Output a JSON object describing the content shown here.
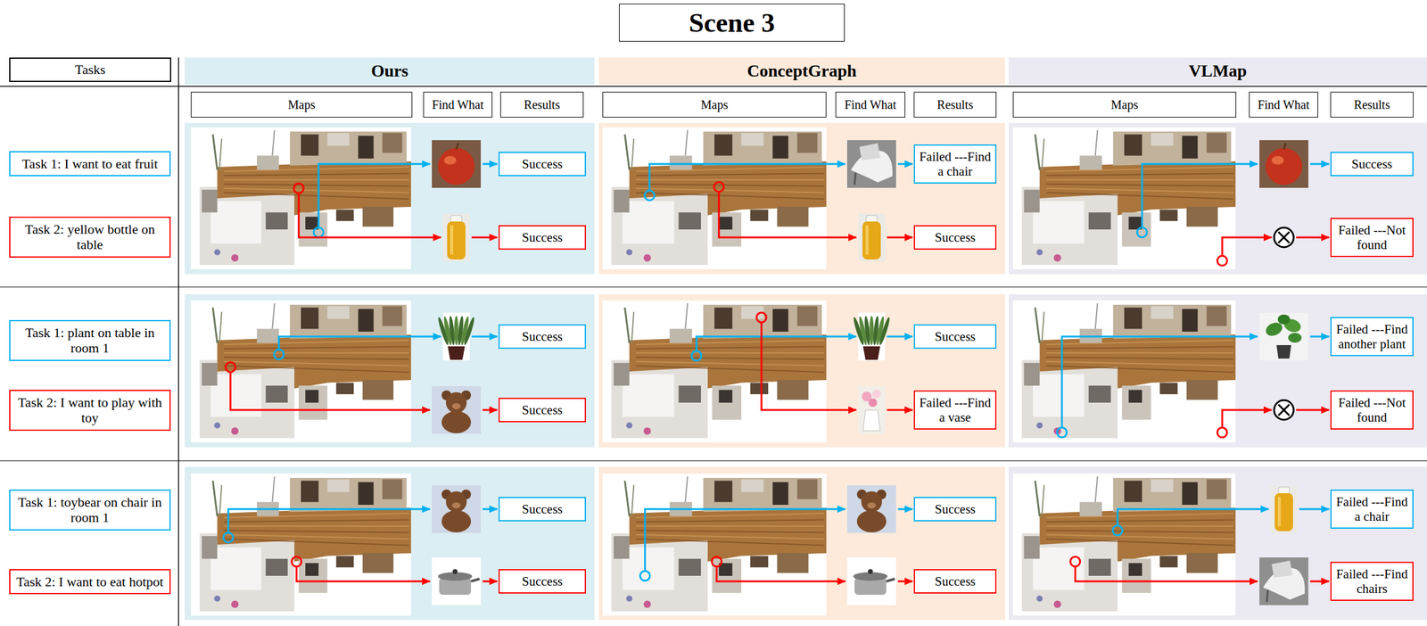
{
  "diagram": {
    "title": "Scene 3",
    "nodes": [
      {
        "text": [
          "Tasks"
        ]
      },
      {
        "text": [
          "Task 1: I want to eat fruit"
        ]
      },
      {
        "text": [
          "Task 2: yellow bottle on table"
        ]
      },
      {
        "text": [
          "Task 1: plant on table in room 1"
        ]
      },
      {
        "text": [
          "Task 2: I want to play with toy"
        ]
      },
      {
        "text": [
          "Task 1: toybear on chair in room 1"
        ]
      },
      {
        "text": [
          "Task 2: I want to eat hotpot"
        ]
      },
      {
        "text": [
          "Ours"
        ]
      },
      {
        "text": [
          "Maps"
        ]
      },
      {
        "text": [
          "Find What"
        ]
      },
      {
        "text": [
          "Results"
        ]
      },
      {
        "text": [
          "Success"
        ]
      },
      {
        "text": [
          "Success"
        ]
      },
      {
        "text": [
          "Success"
        ]
      },
      {
        "text": [
          "Success"
        ]
      },
      {
        "text": [
          "Success"
        ]
      },
      {
        "text": [
          "Success"
        ]
      },
      {
        "text": [
          "ConceptGraph"
        ]
      },
      {
        "text": [
          "Maps"
        ]
      },
      {
        "text": [
          "Find What"
        ]
      },
      {
        "text": [
          "Results"
        ]
      },
      {
        "text": [
          "Failed ---Find a chair"
        ]
      },
      {
        "text": [
          "Success"
        ]
      },
      {
        "text": [
          "Success"
        ]
      },
      {
        "text": [
          "Failed ---Find a vase"
        ]
      },
      {
        "text": [
          "Success"
        ]
      },
      {
        "text": [
          "Success"
        ]
      },
      {
        "text": [
          "VLMap"
        ]
      },
      {
        "text": [
          "Maps"
        ]
      },
      {
        "text": [
          "Find What"
        ]
      },
      {
        "text": [
          "Results"
        ]
      },
      {
        "text": [
          "Success"
        ]
      },
      {
        "text": [
          "Failed ---Not found"
        ]
      },
      {
        "text": [
          "Failed ---Find another plant"
        ]
      },
      {
        "text": [
          "Failed ---Not found"
        ]
      },
      {
        "text": [
          "Failed ---Find a chair"
        ]
      },
      {
        "text": [
          "Failed ---Find chairs"
        ]
      }
    ]
  }
}
